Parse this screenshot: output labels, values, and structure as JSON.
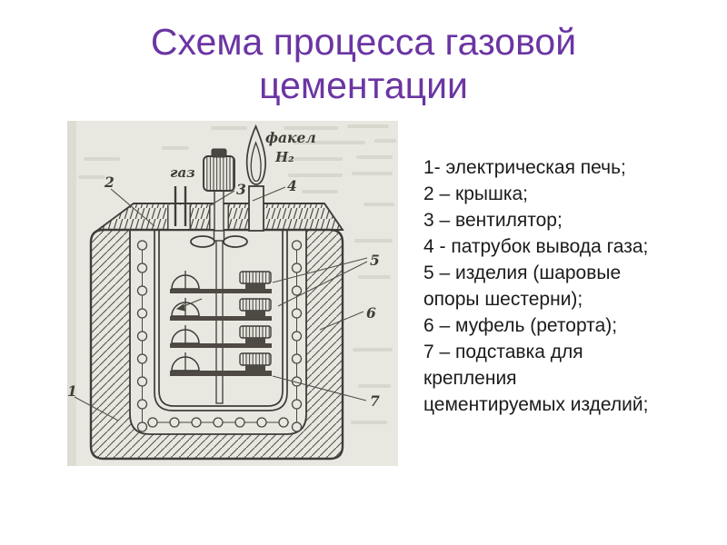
{
  "slide": {
    "title": "Схема процесса газовой цементации",
    "title_color": "#6B35A3",
    "background_color": "#ffffff"
  },
  "legend": {
    "items": [
      {
        "lines": [
          "1- электрическая печь;"
        ]
      },
      {
        "lines": [
          "2 – крышка;"
        ]
      },
      {
        "lines": [
          "3 – вентилятор;"
        ]
      },
      {
        "lines": [
          "4 - патрубок вывода газа;"
        ]
      },
      {
        "lines": [
          "5 – изделия (шаровые",
          "опоры шестерни);"
        ]
      },
      {
        "lines": [
          "6 – муфель (реторта);"
        ]
      },
      {
        "lines": [
          "7 – подставка для",
          "крепления",
          "цементируемых изделий;"
        ]
      }
    ]
  },
  "diagram": {
    "paper_color": "#e9e8e0",
    "ink_color": "#3f3c38",
    "labels": {
      "gas": "газ",
      "torch": "факел",
      "h2": "Н₂"
    },
    "callouts": [
      "1",
      "2",
      "3",
      "4",
      "5",
      "6",
      "7"
    ]
  }
}
